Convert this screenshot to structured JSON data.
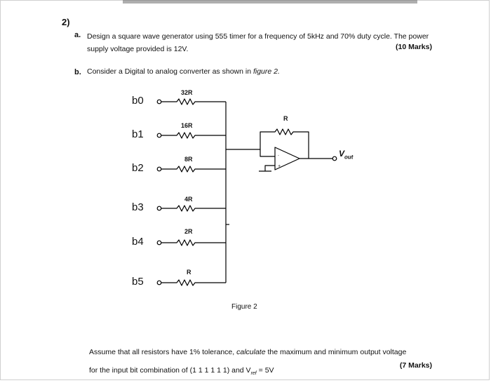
{
  "question_number": "2)",
  "part_a": {
    "letter": "a.",
    "text": "Design a square wave generator using 555 timer for a frequency of 5kHz and 70% duty cycle. The power supply voltage provided is 12V.",
    "marks": "(10 Marks)"
  },
  "part_b": {
    "letter": "b.",
    "text_before": "Consider a Digital to analog converter as shown in ",
    "figure_ref": "figure 2.",
    "marks": "(7 Marks)"
  },
  "circuit": {
    "inputs": [
      {
        "bit": "b0",
        "resistor": "32R"
      },
      {
        "bit": "b1",
        "resistor": "16R"
      },
      {
        "bit": "b2",
        "resistor": "8R"
      },
      {
        "bit": "b3",
        "resistor": "4R"
      },
      {
        "bit": "b4",
        "resistor": "2R"
      },
      {
        "bit": "b5",
        "resistor": "R"
      }
    ],
    "feedback_resistor": "R",
    "output_label": "V",
    "output_subscript": "out"
  },
  "figure_caption": "Figure 2",
  "assumption": {
    "line1_a": "Assume that all resistors have 1% tolerance, ",
    "line1_b": "calculate",
    "line1_c": " the maximum and minimum output voltage",
    "line2": "for the input bit combination of (1 1 1 1 1 1) and V",
    "vref_sub": "ref",
    "line2_end": " = 5V"
  }
}
